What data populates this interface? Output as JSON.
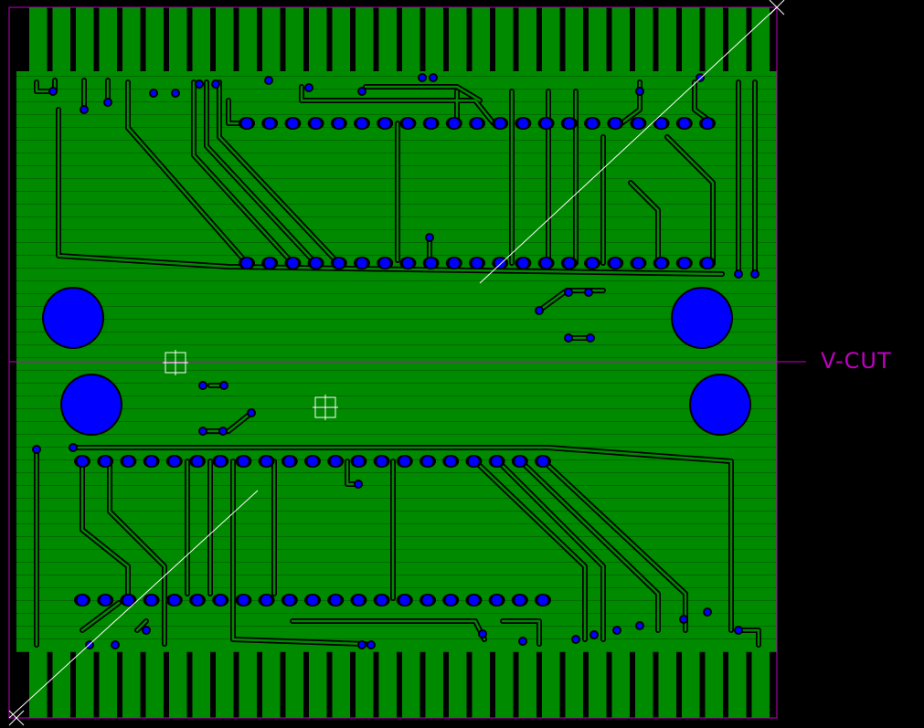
{
  "colors": {
    "background": "#000000",
    "copper": "#008a00",
    "pad": "#0000ff",
    "outline": "#c000c0",
    "silk": "#ffffff"
  },
  "board": {
    "vcut_label": "V-CUT",
    "top_half_pins": 21,
    "bottom_half_pins": 21,
    "edge_fingers_per_side": 32,
    "mounting_holes": 4
  }
}
